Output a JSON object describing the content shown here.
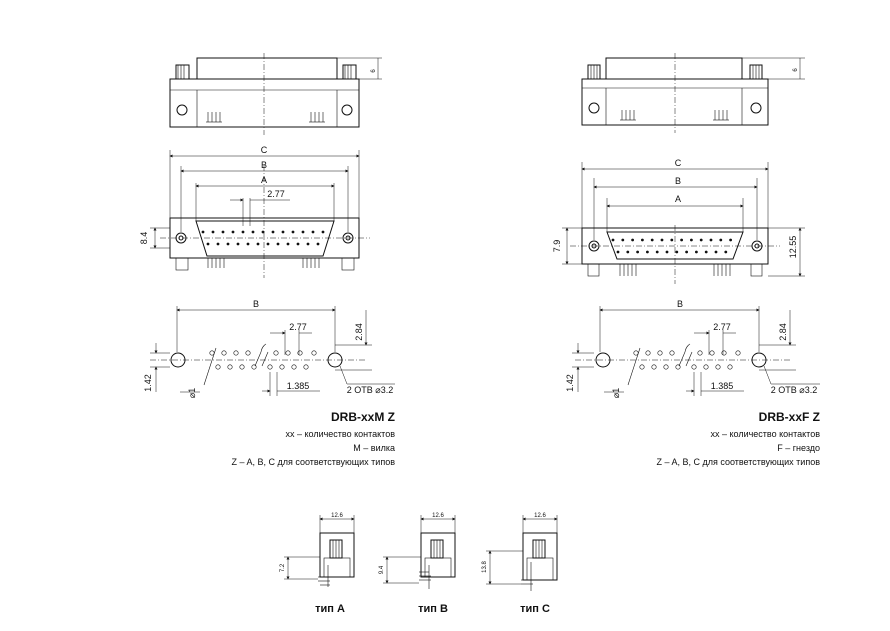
{
  "dims": {
    "six": "6",
    "A": "A",
    "B": "B",
    "C": "C",
    "pitch": "2.77",
    "h_male": "8.4",
    "h_female": "7.9",
    "h_female_total": "12.55",
    "row": "2.84",
    "row_off": "1.42",
    "half_pitch": "1.385",
    "hole_d1": "⌀1",
    "holes": "2 ОТВ ⌀3.2"
  },
  "male": {
    "title": "DRB-xxM Z",
    "lines": [
      "хх – количество контактов",
      "М – вилка",
      "Z – A, B, C для соответствующих типов"
    ]
  },
  "female": {
    "title": "DRB-xxF Z",
    "lines": [
      "хх – количество контактов",
      "F – гнездо",
      "Z – A, B, C для соответствующих типов"
    ]
  },
  "types": [
    {
      "label": "тип A",
      "width": "12.6",
      "height": "7.2"
    },
    {
      "label": "тип B",
      "width": "12.6",
      "height": "9.4"
    },
    {
      "label": "тип C",
      "width": "12.6",
      "height": "13.8"
    }
  ]
}
